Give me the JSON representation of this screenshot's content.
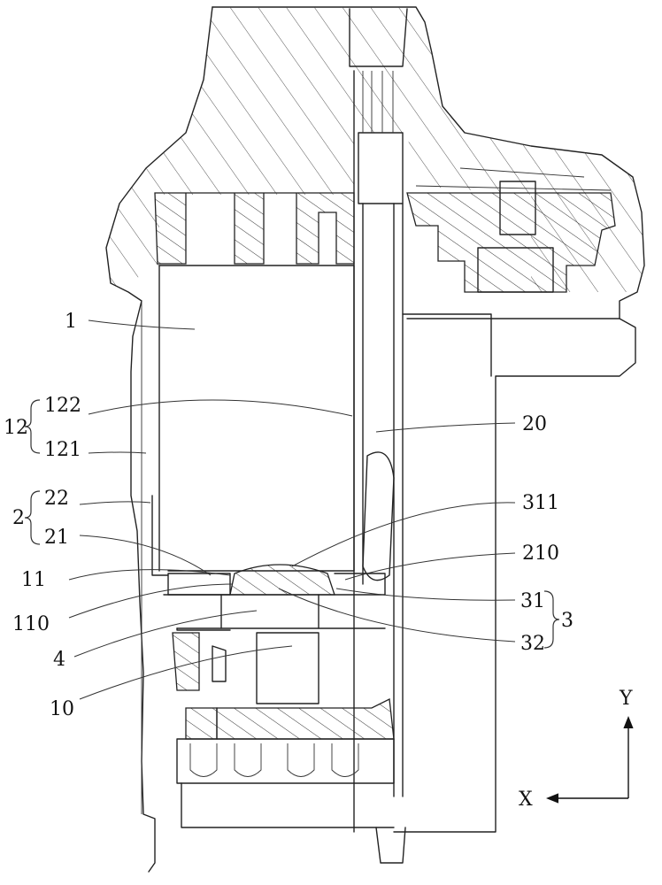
{
  "labels": {
    "part_1": "1",
    "group_12": "12",
    "part_122": "122",
    "part_121": "121",
    "part_20": "20",
    "group_2": "2",
    "part_22": "22",
    "part_21": "21",
    "part_311": "311",
    "part_11": "11",
    "part_210": "210",
    "part_110": "110",
    "part_31": "31",
    "group_3": "3",
    "part_4": "4",
    "part_32": "32",
    "part_10": "10"
  },
  "axes": {
    "y_label": "Y",
    "x_label": "X"
  }
}
